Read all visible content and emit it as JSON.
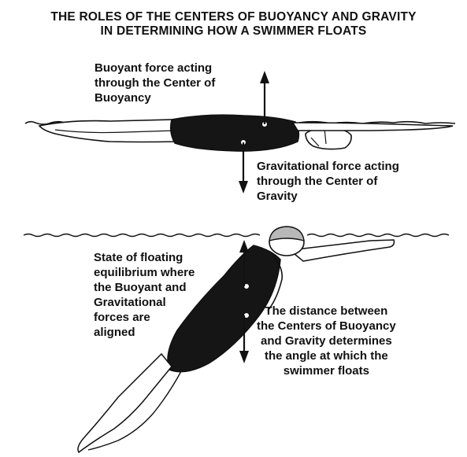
{
  "title": {
    "line1": "THE ROLES OF THE CENTERS OF BUOYANCY AND GRAVITY",
    "line2": "IN DETERMINING HOW A SWIMMER FLOATS"
  },
  "labels": {
    "buoyancy": [
      "Buoyant force acting",
      "through the Center of",
      "Buoyancy"
    ],
    "gravity": [
      "Gravitational force acting",
      "through the Center of",
      "Gravity"
    ],
    "equilibrium": [
      "State of floating",
      "equilibrium where",
      "the Buoyant and",
      "Gravitational",
      "forces are",
      "aligned"
    ],
    "distance": [
      "The distance between",
      "the Centers of Buoyancy",
      "and Gravity determines",
      "the angle at which the",
      "swimmer floats"
    ]
  },
  "colors": {
    "ink": "#111111",
    "swimsuit": "#151515",
    "cap": "#b8b8b8",
    "background": "#ffffff"
  }
}
